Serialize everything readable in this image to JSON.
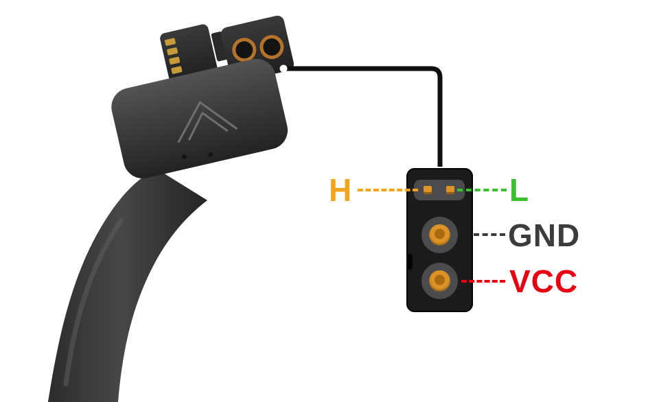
{
  "colors": {
    "background": "#ffffff",
    "h": "#f5a41f",
    "l": "#39c02c",
    "gnd": "#3c3c3e",
    "vcc": "#e60012",
    "pin": "#dd9426",
    "connector-body": "#1b1b1b",
    "connector-slot": "#4b4b4d",
    "callout": "#101010"
  },
  "pinout": {
    "labels": {
      "h": "H",
      "l": "L",
      "gnd": "GND",
      "vcc": "VCC"
    }
  }
}
